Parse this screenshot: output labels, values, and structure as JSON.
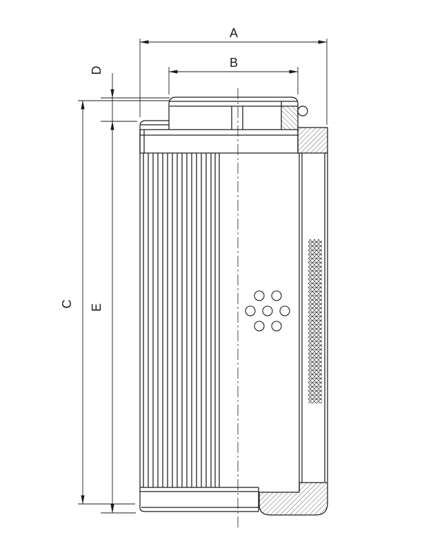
{
  "document": {
    "background": "#ffffff",
    "ink": "#1a1a1a",
    "kind": "filter-element-dimensional-drawing"
  },
  "dimensions": {
    "a": "A",
    "b": "B",
    "c": "C",
    "d": "D",
    "e": "E"
  }
}
